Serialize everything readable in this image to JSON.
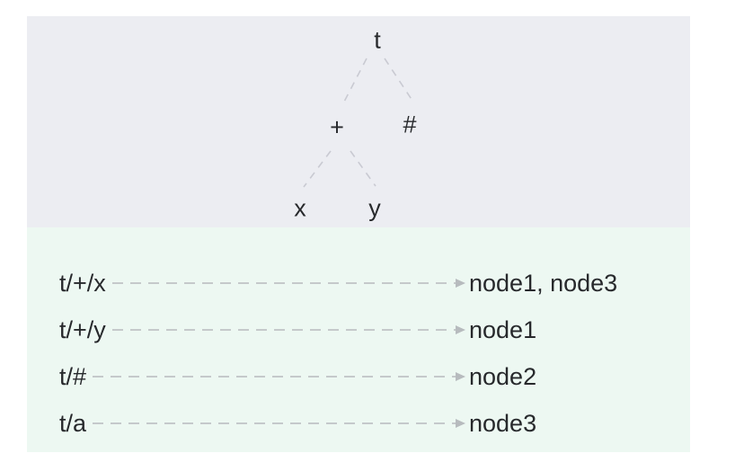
{
  "colors": {
    "page_bg": "#ffffff",
    "tree_panel_bg": "#ecedf2",
    "map_panel_bg": "#edf8f2",
    "edge_color": "#c9cad2",
    "dash_color": "#c5c9cb",
    "arrow_color": "#b7bbbe",
    "text_color": "#27292c"
  },
  "tree": {
    "nodes": [
      {
        "label": "t"
      },
      {
        "label": "+"
      },
      {
        "label": "#"
      },
      {
        "label": "x"
      },
      {
        "label": "y"
      }
    ],
    "edges": [
      {
        "from": "t",
        "to": "+"
      },
      {
        "from": "t",
        "to": "#"
      },
      {
        "from": "+",
        "to": "x"
      },
      {
        "from": "+",
        "to": "y"
      }
    ]
  },
  "mappings": [
    {
      "topic": "t/+/x",
      "targets": "node1, node3"
    },
    {
      "topic": "t/+/y",
      "targets": "node1"
    },
    {
      "topic": "t/#",
      "targets": "node2"
    },
    {
      "topic": "t/a",
      "targets": "node3"
    }
  ]
}
